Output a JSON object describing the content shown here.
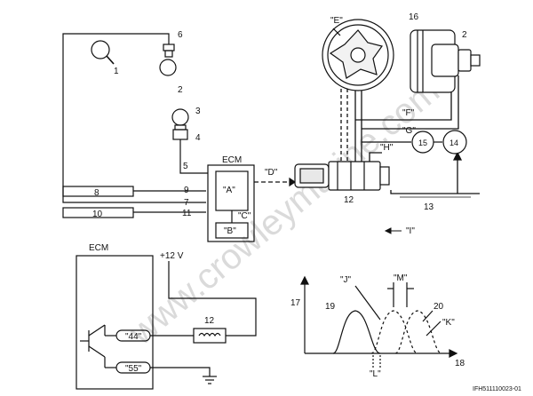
{
  "labels": {
    "n1": "1",
    "n2a": "2",
    "n2b": "2",
    "n3": "3",
    "n4": "4",
    "n5": "5",
    "n6": "6",
    "n7": "7",
    "n8": "8",
    "n9": "9",
    "n10": "10",
    "n11": "11",
    "n12a": "12",
    "n12b": "12",
    "n13": "13",
    "n14": "14",
    "n15": "15",
    "n16": "16",
    "n17": "17",
    "n18": "18",
    "n19": "19",
    "n20": "20",
    "ecm_top": "ECM",
    "ecm_bottom": "ECM",
    "A": "\"A\"",
    "B": "\"B\"",
    "C": "\"C\"",
    "D": "\"D\"",
    "E": "\"E\"",
    "F": "\"F\"",
    "G": "\"G\"",
    "H": "\"H\"",
    "I": "\"I\"",
    "J": "\"J\"",
    "K": "\"K\"",
    "L": "\"L\"",
    "M": "\"M\"",
    "pin44": "\"44\"",
    "pin55": "\"55\"",
    "v12": "+12 V",
    "watermark": "www.crowleymarine.com",
    "figure_code": "IFH511110023-01"
  }
}
